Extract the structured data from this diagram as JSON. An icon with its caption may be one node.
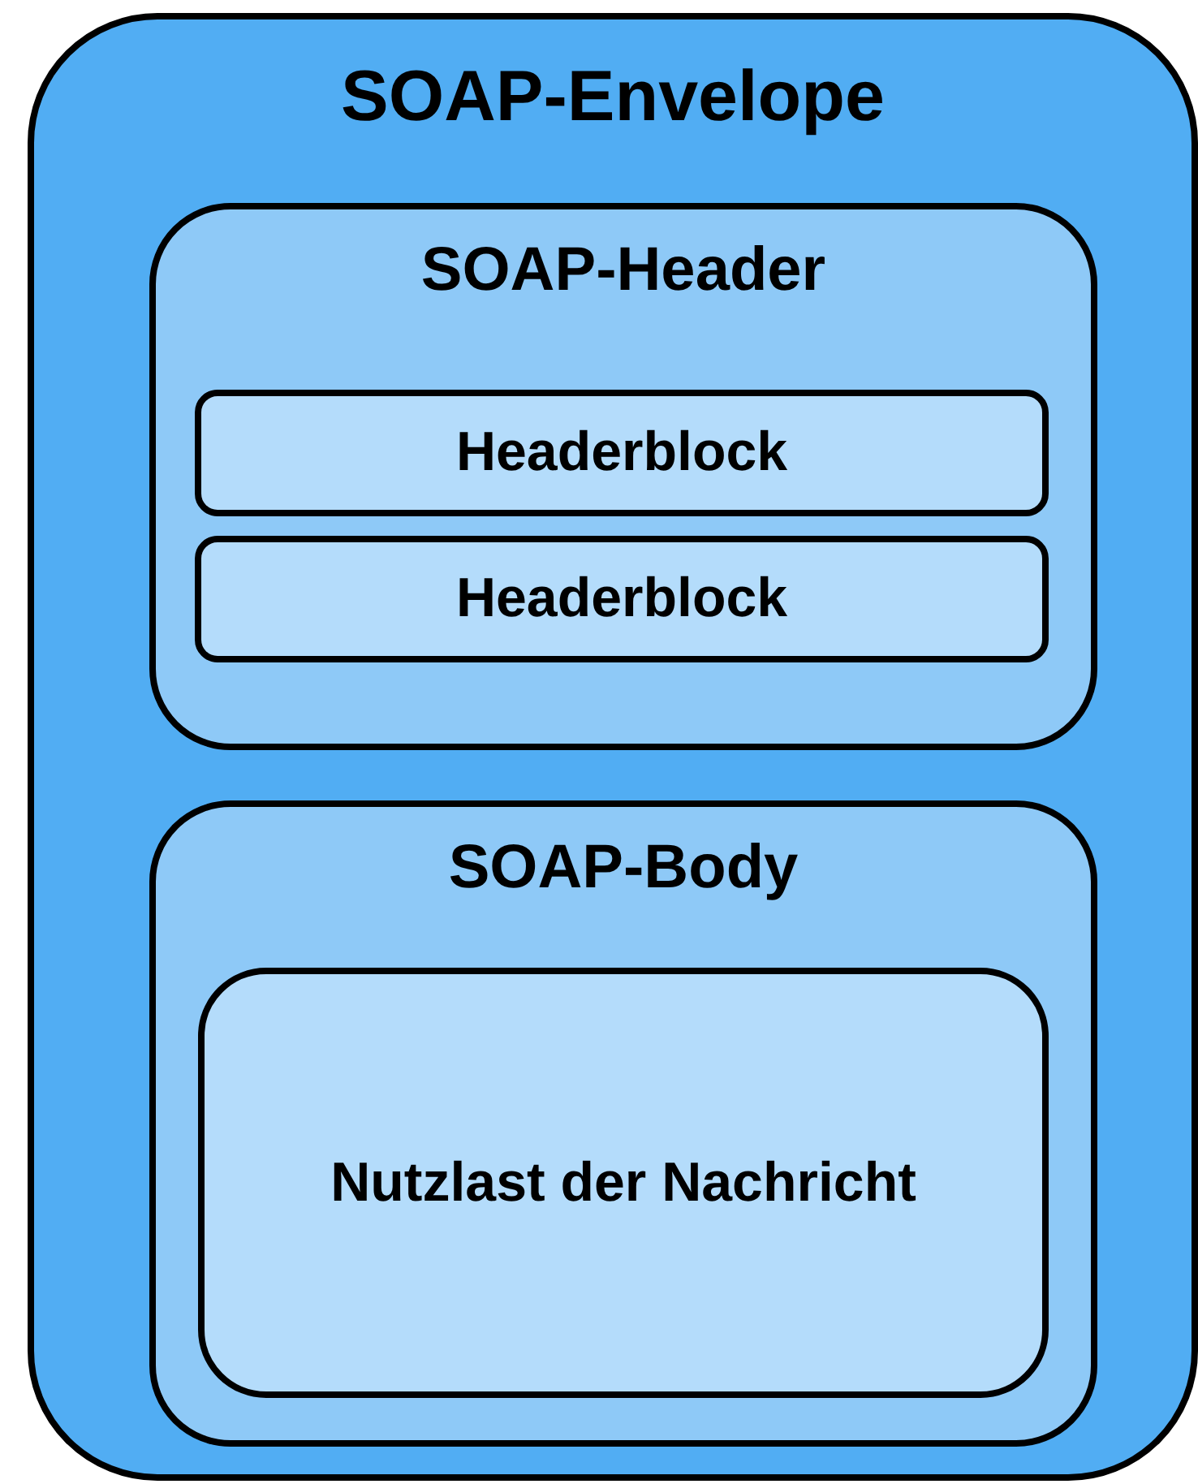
{
  "diagram": {
    "nodes": [
      {
        "text": [
          "SOAP-Envelope"
        ]
      },
      {
        "text": [
          "SOAP-Header"
        ],
        "in": 0
      },
      {
        "text": [
          "Headerblock"
        ],
        "in": 1
      },
      {
        "text": [
          "Headerblock"
        ],
        "in": 1
      },
      {
        "text": [
          "SOAP-Body"
        ],
        "in": 0
      },
      {
        "text": [
          "Nutzlast der Nachricht"
        ],
        "in": 4
      }
    ]
  }
}
